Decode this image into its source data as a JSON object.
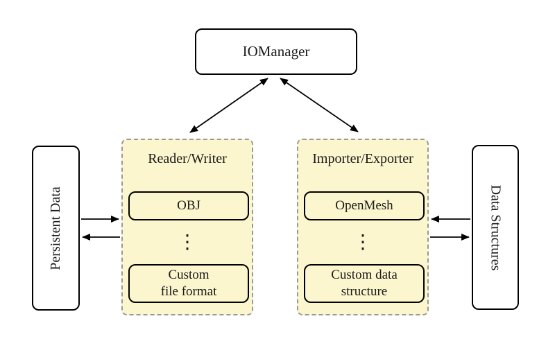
{
  "nodes": {
    "iomanager": "IOManager",
    "persistent_data": "Persistent Data",
    "data_structures": "Data Structures",
    "reader_writer": {
      "title": "Reader/Writer",
      "item_top": "OBJ",
      "ellipsis": "⋮",
      "item_bottom": "Custom\nfile format"
    },
    "importer_exporter": {
      "title": "Importer/Exporter",
      "item_top": "OpenMesh",
      "ellipsis": "⋮",
      "item_bottom": "Custom data\nstructure"
    }
  },
  "colors": {
    "group_fill": "#FBF6CD",
    "group_border": "#999999",
    "node_border": "#000000",
    "node_fill": "#FFFFFF",
    "arrow": "#000000",
    "background": "#FFFFFF"
  }
}
